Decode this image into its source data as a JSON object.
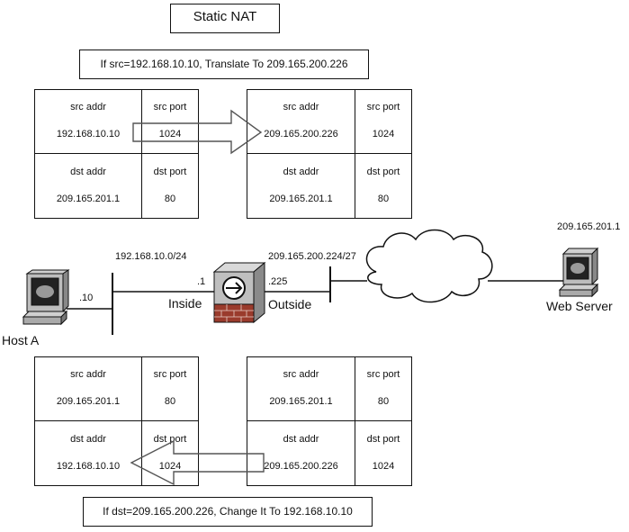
{
  "title": "Static NAT",
  "outbound_rule": "If src=192.168.10.10, Translate To 209.165.200.226",
  "inbound_rule": "If dst=209.165.200.226, Change It To 192.168.10.10",
  "tables": {
    "top_left": {
      "src_addr_label": "src addr",
      "src_port_label": "src port",
      "dst_addr_label": "dst addr",
      "dst_port_label": "dst port",
      "src_addr": "192.168.10.10",
      "src_port": "1024",
      "dst_addr": "209.165.201.1",
      "dst_port": "80"
    },
    "top_right": {
      "src_addr_label": "src addr",
      "src_port_label": "src port",
      "dst_addr_label": "dst addr",
      "dst_port_label": "dst port",
      "src_addr": "209.165.200.226",
      "src_port": "1024",
      "dst_addr": "209.165.201.1",
      "dst_port": "80"
    },
    "bottom_left": {
      "src_addr_label": "src addr",
      "src_port_label": "src port",
      "dst_addr_label": "dst addr",
      "dst_port_label": "dst port",
      "src_addr": "209.165.201.1",
      "src_port": "80",
      "dst_addr": "192.168.10.10",
      "dst_port": "1024"
    },
    "bottom_right": {
      "src_addr_label": "src addr",
      "src_port_label": "src port",
      "dst_addr_label": "dst addr",
      "dst_port_label": "dst port",
      "src_addr": "209.165.201.1",
      "src_port": "80",
      "dst_addr": "209.165.200.226",
      "dst_port": "1024"
    }
  },
  "network": {
    "inside_subnet": "192.168.10.0/24",
    "outside_subnet": "209.165.200.224/27",
    "host_a_octet": ".10",
    "inside_octet": ".1",
    "outside_octet": ".225",
    "inside_label": "Inside",
    "outside_label": "Outside",
    "host_a_label": "Host A",
    "server_ip": "209.165.201.1",
    "server_label": "Web Server"
  },
  "icons": [
    "workstation-icon",
    "firewall-icon",
    "cloud-icon",
    "server-icon"
  ]
}
